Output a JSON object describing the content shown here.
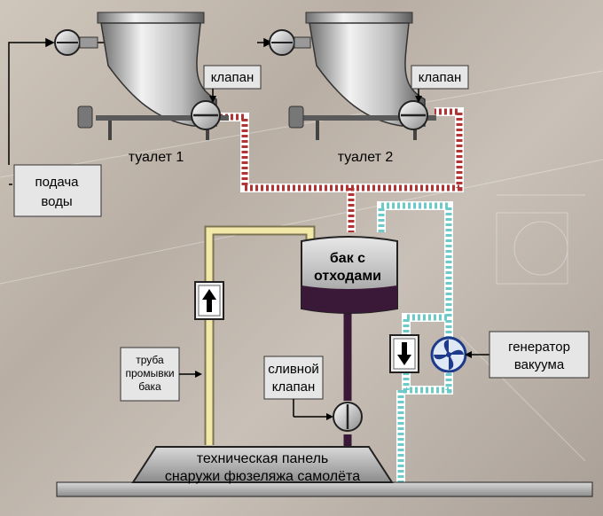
{
  "toilets": [
    {
      "label": "туалет 1",
      "valve_label": "клапан"
    },
    {
      "label": "туалет 2",
      "valve_label": "клапан"
    }
  ],
  "water_supply": {
    "line1": "подача",
    "line2": "воды"
  },
  "tank": {
    "line1": "бак с",
    "line2": "отходами"
  },
  "flush_pipe": {
    "line1": "труба",
    "line2": "промывки",
    "line3": "бака"
  },
  "drain_valve": {
    "line1": "сливной",
    "line2": "клапан"
  },
  "vacuum_generator": {
    "line1": "генератор",
    "line2": "вакуума"
  },
  "service_panel": {
    "line1": "техническая панель",
    "line2": "снаружи фюзеляжа самолёта"
  },
  "colors": {
    "waste_pipe": "#b03434",
    "vacuum_pipe": "#6ec9c9",
    "flush_pipe": "#f2e8a8",
    "drain_pipe": "#3a1838",
    "tank_fill": "#3a1838"
  }
}
